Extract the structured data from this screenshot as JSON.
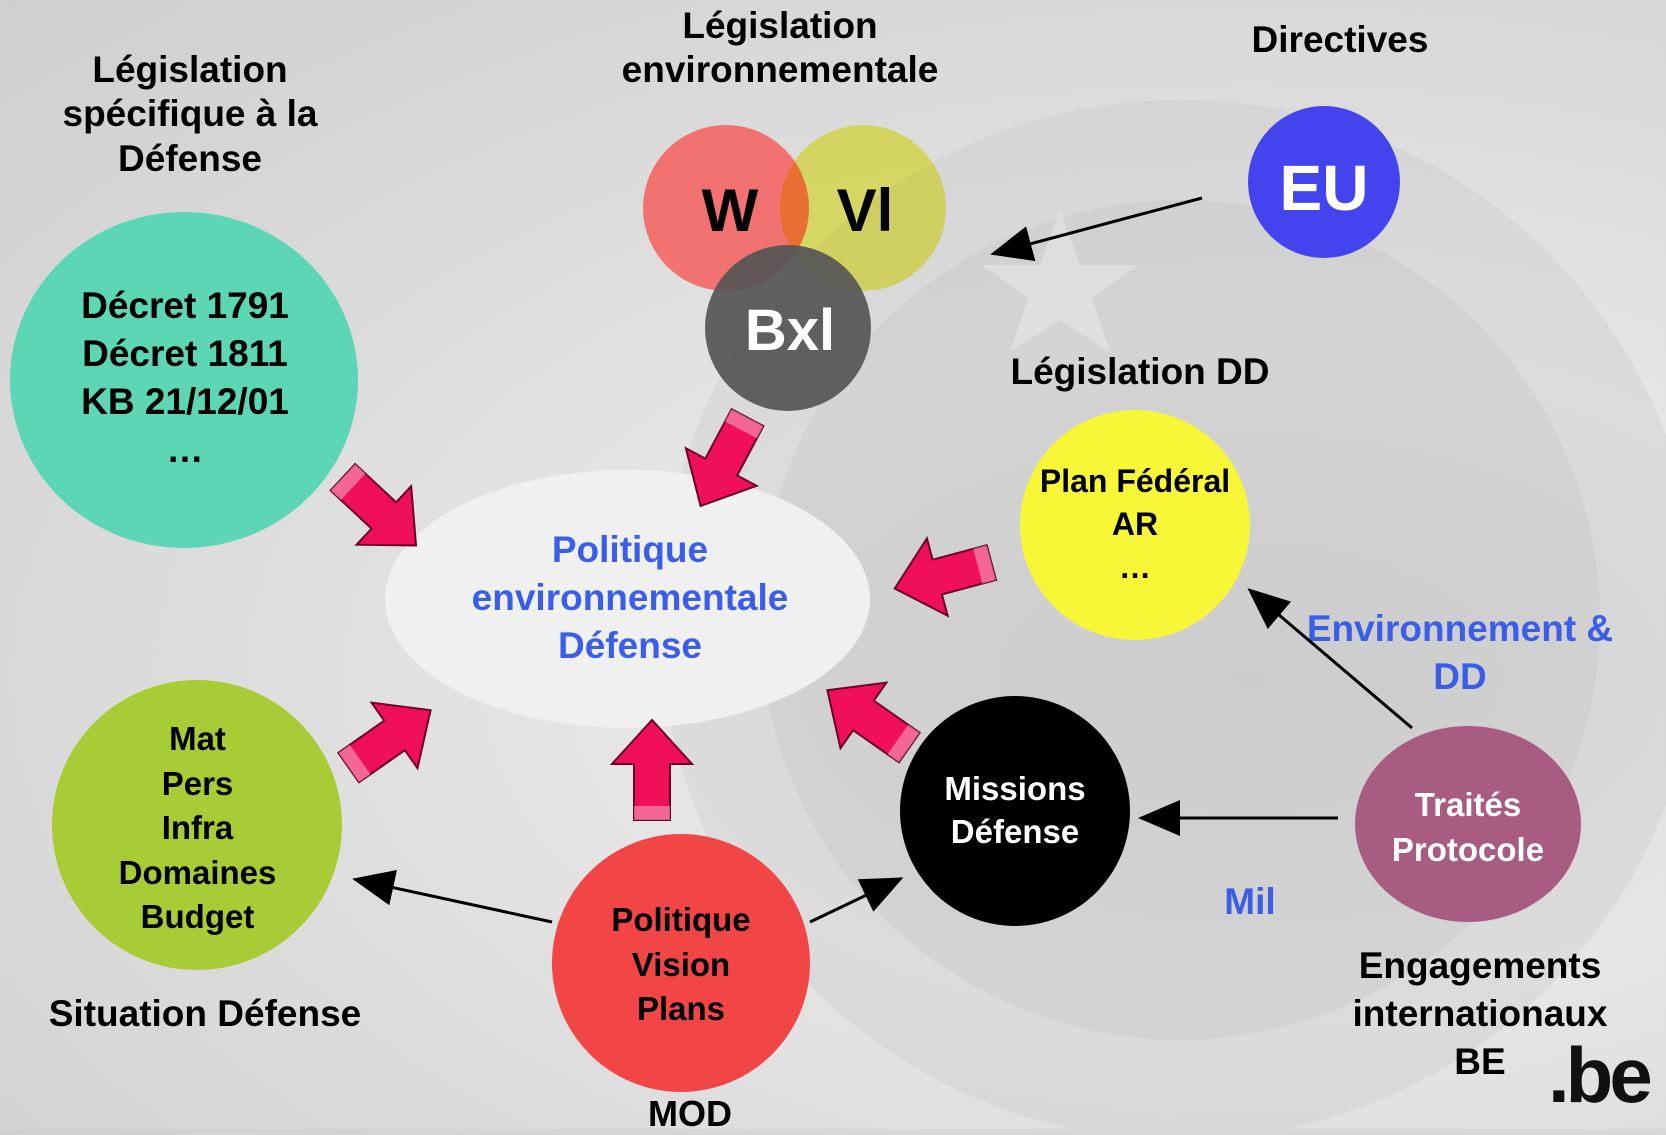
{
  "headings": {
    "defense_legislation": "Législation\nspécifique à la\nDéfense",
    "env_legislation": "Législation\nenvironnementale",
    "directives": "Directives",
    "dd_legislation": "Législation DD",
    "situation": "Situation Défense",
    "mod": "MOD",
    "engagements": "Engagements\ninternationaux\nBE",
    "env_dd": "Environnement &\nDD",
    "mil": "Mil"
  },
  "nodes": {
    "defense_decrees": "Décret 1791\nDécret 1811\nKB 21/12/01\n…",
    "w": "W",
    "vl": "Vl",
    "bxl": "Bxl",
    "eu": "EU",
    "center": "Politique\nenvironnementale\nDéfense",
    "plan_federal": "Plan Fédéral\nAR\n…",
    "situation_items": "Mat\nPers\nInfra\nDomaines\nBudget",
    "politique_vision": "Politique\nVision\nPlans",
    "missions": "Missions\nDéfense",
    "traites": "Traités\nProtocole"
  },
  "logo": ".be",
  "colors": {
    "teal": "#5cd6b4",
    "red": "#f26b6b",
    "yellow": "#f5f55a",
    "dark_gray": "#555555",
    "eu_blue": "#4444ee",
    "center_ellipse": "#f0f0f0",
    "center_text": "#3b5ee8",
    "plan_yellow": "#f7f738",
    "lime": "#a8cc35",
    "politique_red": "#f24646",
    "black": "#000000",
    "mauve": "#a85c82",
    "pink_arrow": "#f0105a",
    "blue_label": "#3b5ee8"
  }
}
